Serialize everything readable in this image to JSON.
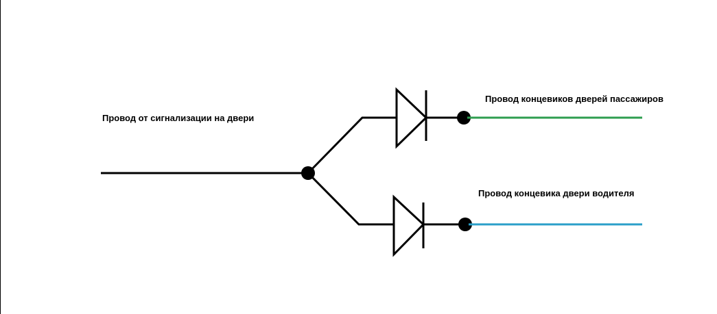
{
  "labels": {
    "input_wire": "Провод от сигнализации на двери",
    "passenger_wire": "Провод концевиков дверей пассажиров",
    "driver_wire": "Провод концевика двери водителя"
  },
  "colors": {
    "wire": "#000000",
    "passenger_wire": "#2e9e4f",
    "driver_wire": "#2a9fc9",
    "background": "#ffffff"
  }
}
